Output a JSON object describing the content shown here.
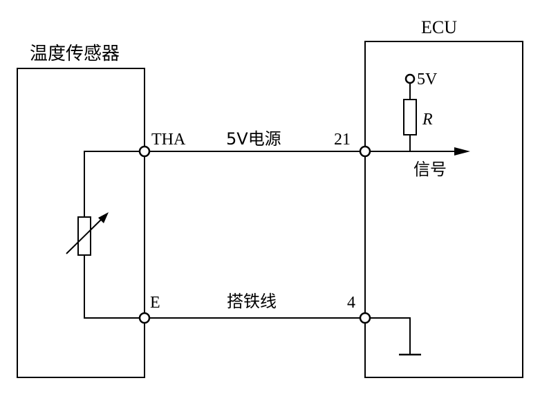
{
  "sensor": {
    "title": "温度传感器"
  },
  "ecu": {
    "title": "ECU"
  },
  "terminals": {
    "sensor_signal": "THA",
    "sensor_ground": "E",
    "ecu_signal": "21",
    "ecu_ground": "4"
  },
  "wires": {
    "signal_label": "5V电源",
    "ground_label": "搭铁线"
  },
  "ecu_internal": {
    "supply_label": "5V",
    "resistor_label": "R",
    "output_label": "信号"
  }
}
